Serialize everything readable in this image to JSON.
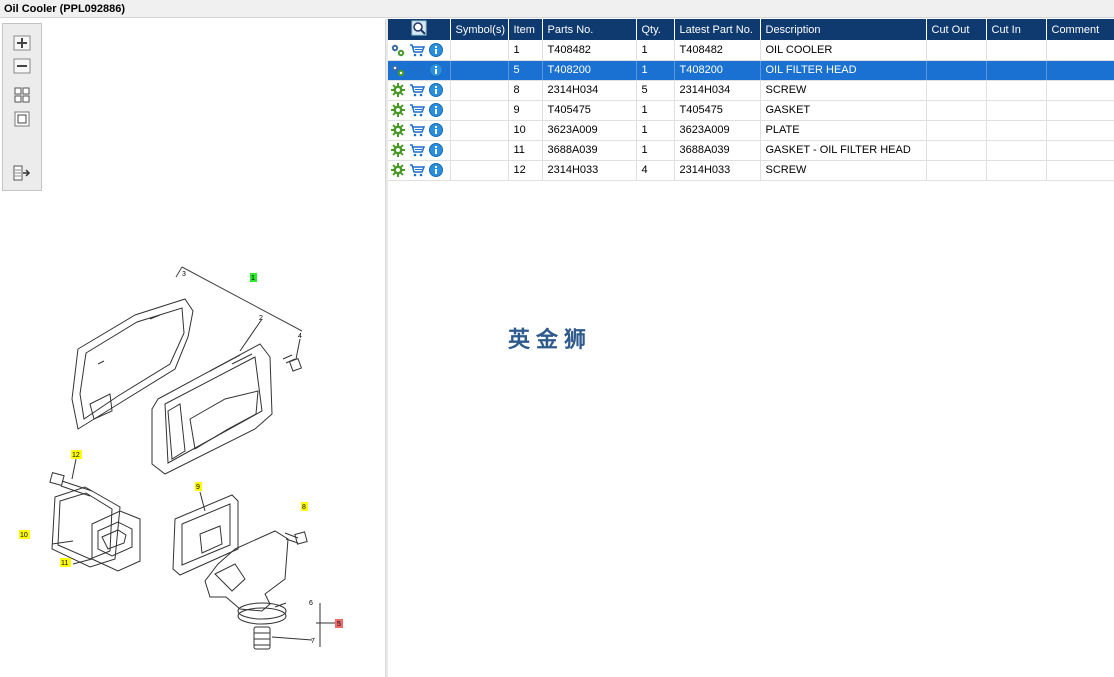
{
  "window": {
    "title": "Oil Cooler (PPL092886)"
  },
  "toolbox": {
    "items": [
      "zoom-in-icon",
      "zoom-out-icon",
      "fit-all-icon",
      "fit-window-icon",
      "export-icon"
    ]
  },
  "table": {
    "columns": [
      "",
      "Symbol(s)",
      "Item",
      "Parts No.",
      "Qty.",
      "Latest Part No.",
      "Description",
      "Cut Out",
      "Cut In",
      "Comment"
    ],
    "rows": [
      {
        "item": "1",
        "part_no": "T408482",
        "qty": "1",
        "latest": "T408482",
        "description": "OIL COOLER",
        "selected": false,
        "first_icon": "assembly-gears-icon"
      },
      {
        "item": "5",
        "part_no": "T408200",
        "qty": "1",
        "latest": "T408200",
        "description": "OIL FILTER HEAD",
        "selected": true,
        "first_icon": "assembly-gears-icon"
      },
      {
        "item": "8",
        "part_no": "2314H034",
        "qty": "5",
        "latest": "2314H034",
        "description": "SCREW",
        "selected": false,
        "first_icon": "part-gear-icon"
      },
      {
        "item": "9",
        "part_no": "T405475",
        "qty": "1",
        "latest": "T405475",
        "description": "GASKET",
        "selected": false,
        "first_icon": "part-gear-icon"
      },
      {
        "item": "10",
        "part_no": "3623A009",
        "qty": "1",
        "latest": "3623A009",
        "description": "PLATE",
        "selected": false,
        "first_icon": "part-gear-icon"
      },
      {
        "item": "11",
        "part_no": "3688A039",
        "qty": "1",
        "latest": "3688A039",
        "description": "GASKET - OIL FILTER HEAD",
        "selected": false,
        "first_icon": "part-gear-icon"
      },
      {
        "item": "12",
        "part_no": "2314H033",
        "qty": "4",
        "latest": "2314H033",
        "description": "SCREW",
        "selected": false,
        "first_icon": "part-gear-icon"
      }
    ]
  },
  "watermark": "英金狮",
  "diagram": {
    "callouts": [
      "1",
      "2",
      "3",
      "4",
      "5",
      "6",
      "7",
      "8",
      "9",
      "10",
      "11",
      "12"
    ]
  },
  "colors": {
    "header": "#0e3a70",
    "selected_row": "#1a71d2",
    "highlight_green": "#2ee82e",
    "highlight_yellow": "#ffff00",
    "highlight_red": "#ee6b6b"
  }
}
